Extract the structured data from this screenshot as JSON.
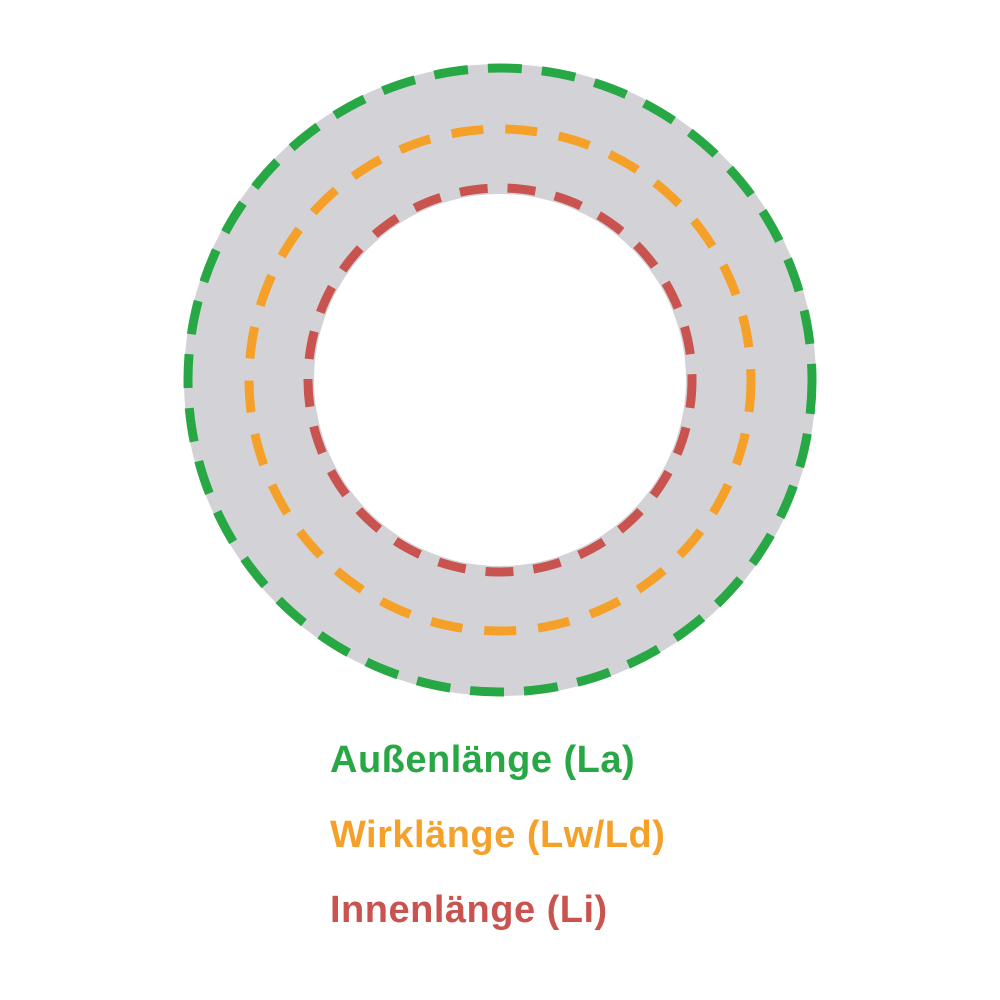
{
  "diagram": {
    "belt": {
      "ring_color": "#d3d3d7"
    },
    "measurements": {
      "outer": {
        "label": "Außenlänge (La)",
        "color": "#28a745"
      },
      "effective": {
        "label": "Wirklänge (Lw/Ld)",
        "color": "#f5a028"
      },
      "inner": {
        "label": "Innenlänge (Li)",
        "color": "#c9534f"
      }
    }
  }
}
